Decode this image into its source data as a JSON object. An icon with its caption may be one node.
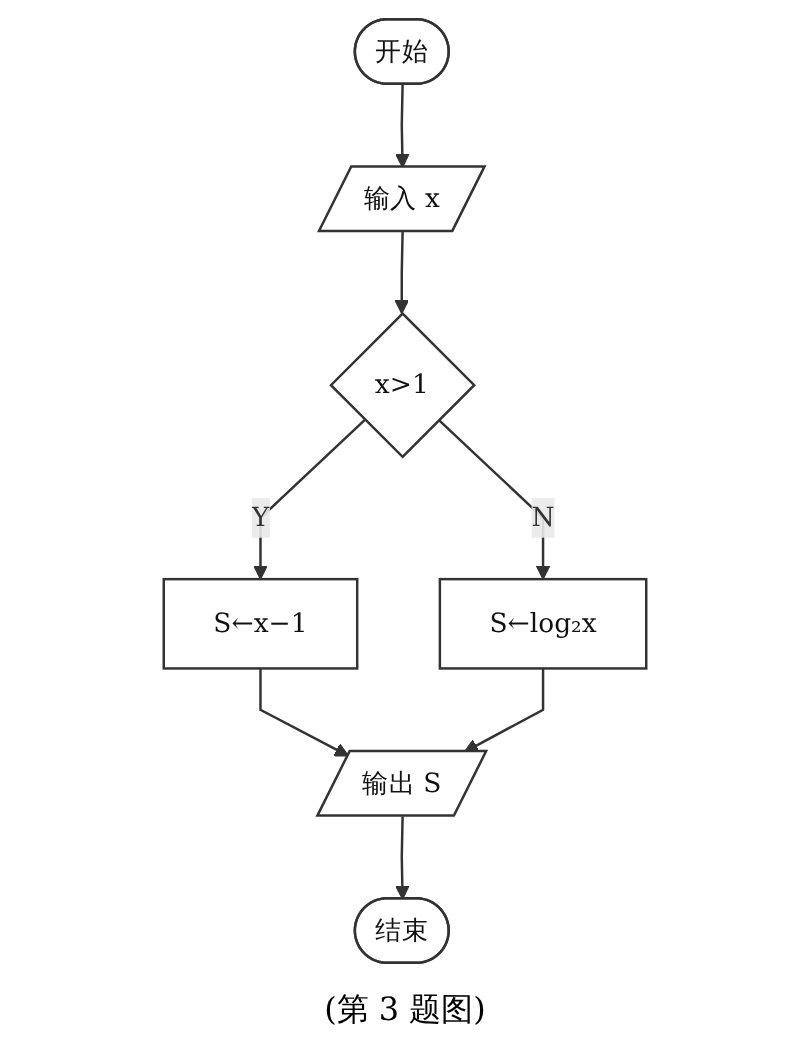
{
  "diagram": {
    "caption": "(第 3 题图)",
    "nodes": [
      {
        "text": [
          "开始"
        ]
      },
      {
        "text": [
          "输入 x"
        ]
      },
      {
        "text": [
          "x>1"
        ]
      },
      {
        "text": [
          "S←x−1"
        ]
      },
      {
        "text": [
          "S←log₂x"
        ]
      },
      {
        "text": [
          "输出 S"
        ]
      },
      {
        "text": [
          "结束"
        ]
      }
    ],
    "edges": [
      {
        "from": 0,
        "to": 1,
        "arrow": "to"
      },
      {
        "from": 1,
        "to": 2,
        "arrow": "to"
      },
      {
        "from": 2,
        "to": 3,
        "arrow": "to",
        "label": "Y"
      },
      {
        "from": 2,
        "to": 4,
        "arrow": "to",
        "label": "N"
      },
      {
        "from": 3,
        "to": 5,
        "arrow": "to"
      },
      {
        "from": 4,
        "to": 5,
        "arrow": "to"
      },
      {
        "from": 5,
        "to": 6,
        "arrow": "to"
      }
    ]
  }
}
